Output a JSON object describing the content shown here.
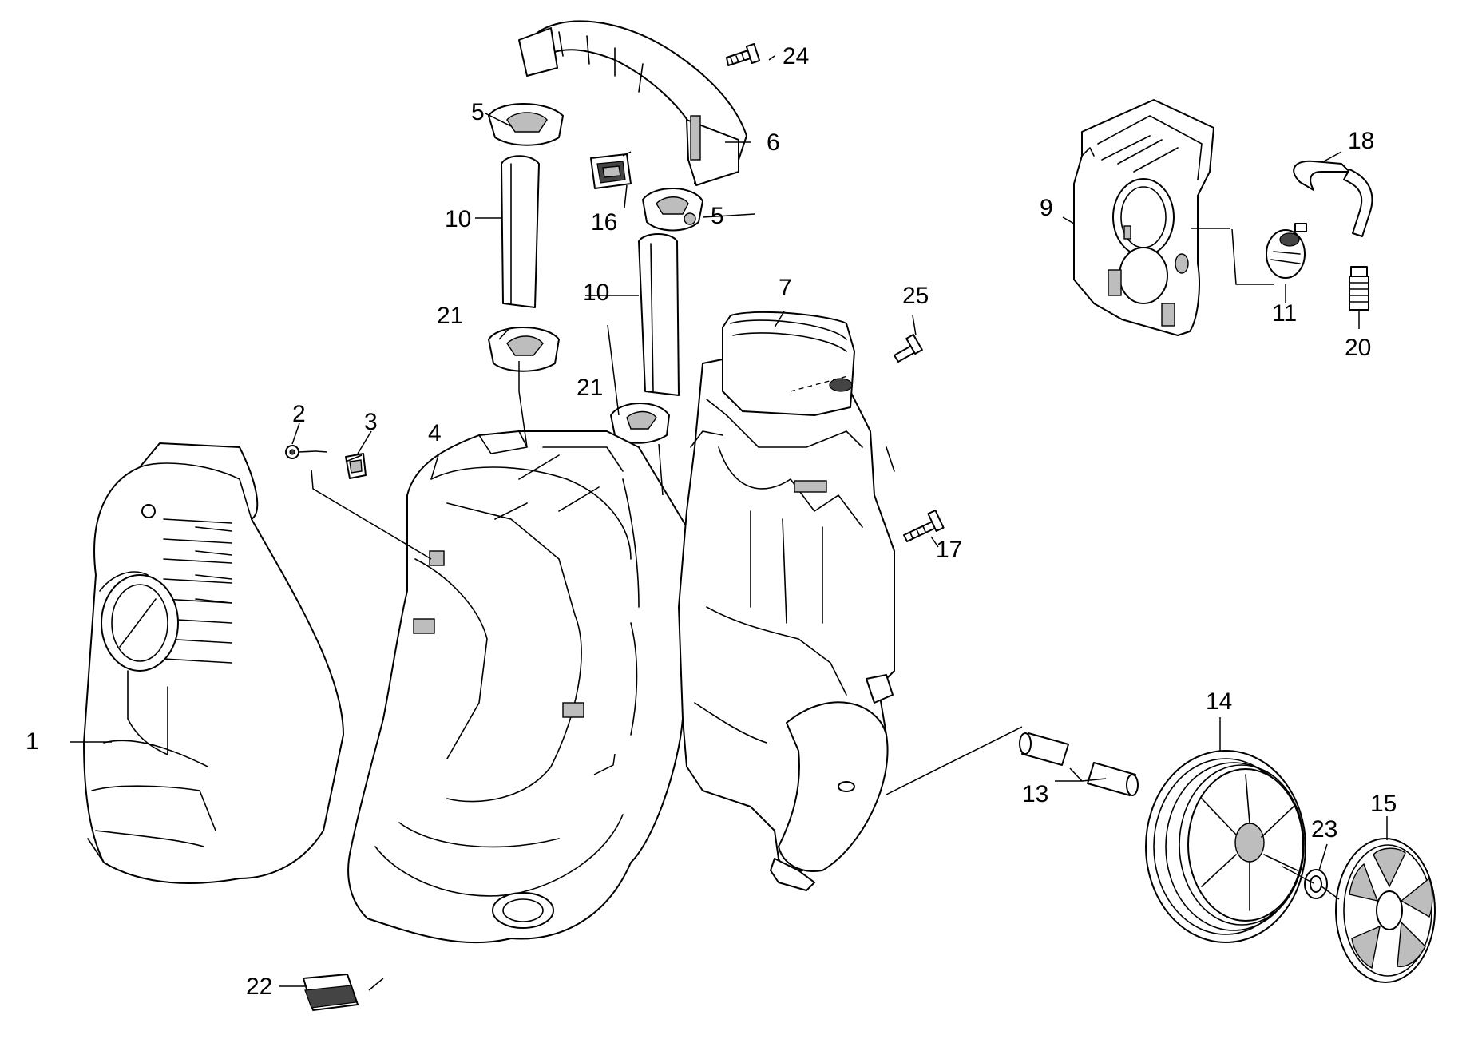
{
  "diagram": {
    "type": "exploded-parts-diagram",
    "callouts": [
      {
        "id": "c1",
        "label": "1"
      },
      {
        "id": "c2",
        "label": "2"
      },
      {
        "id": "c3",
        "label": "3"
      },
      {
        "id": "c4",
        "label": "4"
      },
      {
        "id": "c5a",
        "label": "5"
      },
      {
        "id": "c5b",
        "label": "5"
      },
      {
        "id": "c6",
        "label": "6"
      },
      {
        "id": "c7",
        "label": "7"
      },
      {
        "id": "c9",
        "label": "9"
      },
      {
        "id": "c10a",
        "label": "10"
      },
      {
        "id": "c10b",
        "label": "10"
      },
      {
        "id": "c11",
        "label": "11"
      },
      {
        "id": "c13",
        "label": "13"
      },
      {
        "id": "c14",
        "label": "14"
      },
      {
        "id": "c15",
        "label": "15"
      },
      {
        "id": "c16",
        "label": "16"
      },
      {
        "id": "c17",
        "label": "17"
      },
      {
        "id": "c18",
        "label": "18"
      },
      {
        "id": "c20",
        "label": "20"
      },
      {
        "id": "c21a",
        "label": "21"
      },
      {
        "id": "c21b",
        "label": "21"
      },
      {
        "id": "c22",
        "label": "22"
      },
      {
        "id": "c23",
        "label": "23"
      },
      {
        "id": "c24",
        "label": "24"
      },
      {
        "id": "c25",
        "label": "25"
      }
    ]
  }
}
